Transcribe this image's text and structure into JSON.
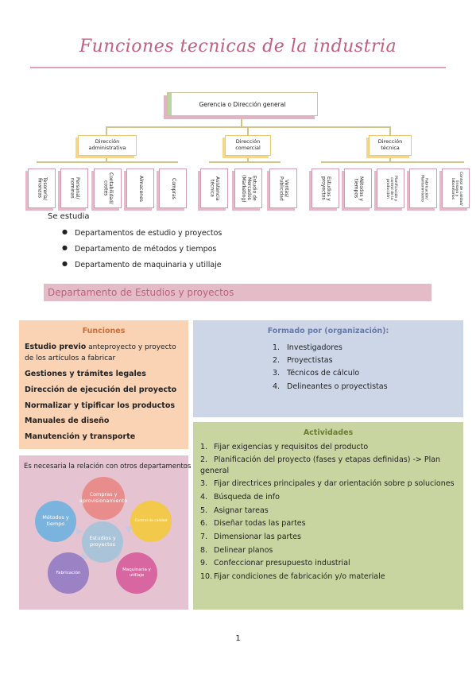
{
  "title": "Funciones tecnicas de la industria",
  "org": {
    "top": "Gerencia o Dirección general",
    "directions": [
      {
        "label": "Dirección administrativa",
        "children": [
          "Tesorería/ finanzas",
          "Personal/ nominas",
          "Contabilidad/ costes",
          "Almacenes",
          "Compras"
        ]
      },
      {
        "label": "Dirección comercial",
        "children": [
          "Asistencia técnica",
          "Estudio de Mercados (Marketing)",
          "Ventas/ Publicidad"
        ]
      },
      {
        "label": "Dirección técnica",
        "children": [
          "Estudios y proyectos",
          "Métodos y tiempos",
          "Planificación y control de la producción",
          "Fabricación/ Mantenimiento",
          "Control de calidad/ Ensayo y laboratorios"
        ]
      }
    ]
  },
  "intro": "Se estudia",
  "studied": [
    "Departamentos de estudio y proyectos",
    "Departamento de métodos y tiempos",
    "Departamento de maquinaria y utillaje"
  ],
  "section_title": "Departamento de Estudios y proyectos",
  "funciones": {
    "title": "Funciones",
    "items": [
      {
        "bold": "Estudio previo",
        "text": " anteproyecto y proyecto de los artículos a fabricar"
      },
      {
        "bold": "Gestiones y trámites legales",
        "text": ""
      },
      {
        "bold": "Dirección de ejecución del proyecto",
        "text": ""
      },
      {
        "bold": "Normalizar y tipificar los productos",
        "text": ""
      },
      {
        "bold": "Manuales de diseño",
        "text": ""
      },
      {
        "bold": "Manutención y transporte",
        "text": ""
      }
    ]
  },
  "formado": {
    "title": "Formado por (organización):",
    "items": [
      "Investigadores",
      "Proyectistas",
      "Técnicos de cálculo",
      "Delineantes o proyectistas"
    ]
  },
  "relacion": {
    "title": "Es necesaria la relación con otros departamentos",
    "center": "Estudios y proyectos",
    "nodes": [
      "Compras y aprovisionamiento",
      "Control de calidad",
      "Maquinaria y utillaje",
      "Fabricación",
      "Métodos y tiempo"
    ]
  },
  "actividades": {
    "title": "Actividades",
    "items": [
      "Fijar exigencias y requisitos del producto",
      "Planificación del proyecto (fases y etapas definidas) -> Plan general",
      "Fijar directrices principales y dar orientación sobre p soluciones",
      "Búsqueda de info",
      "Asignar tareas",
      "Diseñar todas las partes",
      "Dimensionar las partes",
      "Delinear planos",
      "Confeccionar presupuesto industrial",
      "Fijar condiciones de fabricación y/o materiale"
    ]
  },
  "page_number": "1",
  "colors": {
    "accent": "#c0607e",
    "orange": "#fad2b4",
    "blue": "#cdd6e6",
    "green": "#c9d5a0",
    "pink": "#e6c3d0"
  }
}
